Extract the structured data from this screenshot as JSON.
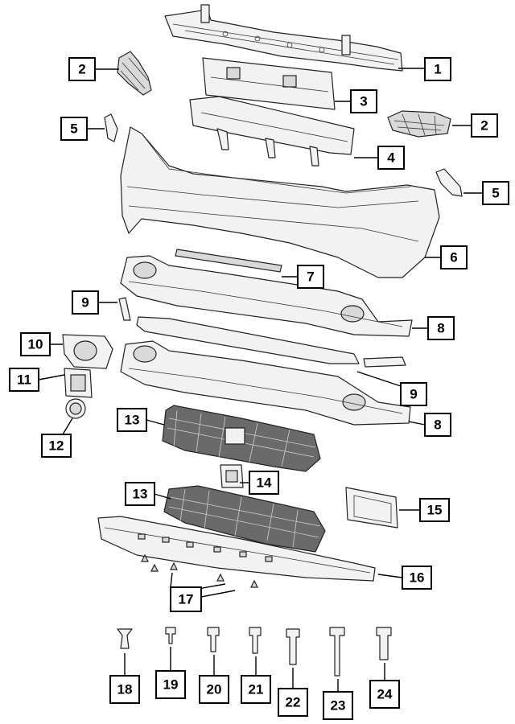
{
  "callouts": [
    {
      "key": "c1",
      "label": "1"
    },
    {
      "key": "c2a",
      "label": "2"
    },
    {
      "key": "c2b",
      "label": "2"
    },
    {
      "key": "c3",
      "label": "3"
    },
    {
      "key": "c4",
      "label": "4"
    },
    {
      "key": "c5a",
      "label": "5"
    },
    {
      "key": "c5b",
      "label": "5"
    },
    {
      "key": "c6",
      "label": "6"
    },
    {
      "key": "c7",
      "label": "7"
    },
    {
      "key": "c8a",
      "label": "8"
    },
    {
      "key": "c8b",
      "label": "8"
    },
    {
      "key": "c9a",
      "label": "9"
    },
    {
      "key": "c9b",
      "label": "9"
    },
    {
      "key": "c10",
      "label": "10"
    },
    {
      "key": "c11",
      "label": "11"
    },
    {
      "key": "c12",
      "label": "12"
    },
    {
      "key": "c13a",
      "label": "13"
    },
    {
      "key": "c13b",
      "label": "13"
    },
    {
      "key": "c14",
      "label": "14"
    },
    {
      "key": "c15",
      "label": "15"
    },
    {
      "key": "c16",
      "label": "16"
    },
    {
      "key": "c17",
      "label": "17"
    },
    {
      "key": "c18",
      "label": "18"
    },
    {
      "key": "c19",
      "label": "19"
    },
    {
      "key": "c20",
      "label": "20"
    },
    {
      "key": "c21",
      "label": "21"
    },
    {
      "key": "c22",
      "label": "22"
    },
    {
      "key": "c23",
      "label": "23"
    },
    {
      "key": "c24",
      "label": "24"
    }
  ]
}
